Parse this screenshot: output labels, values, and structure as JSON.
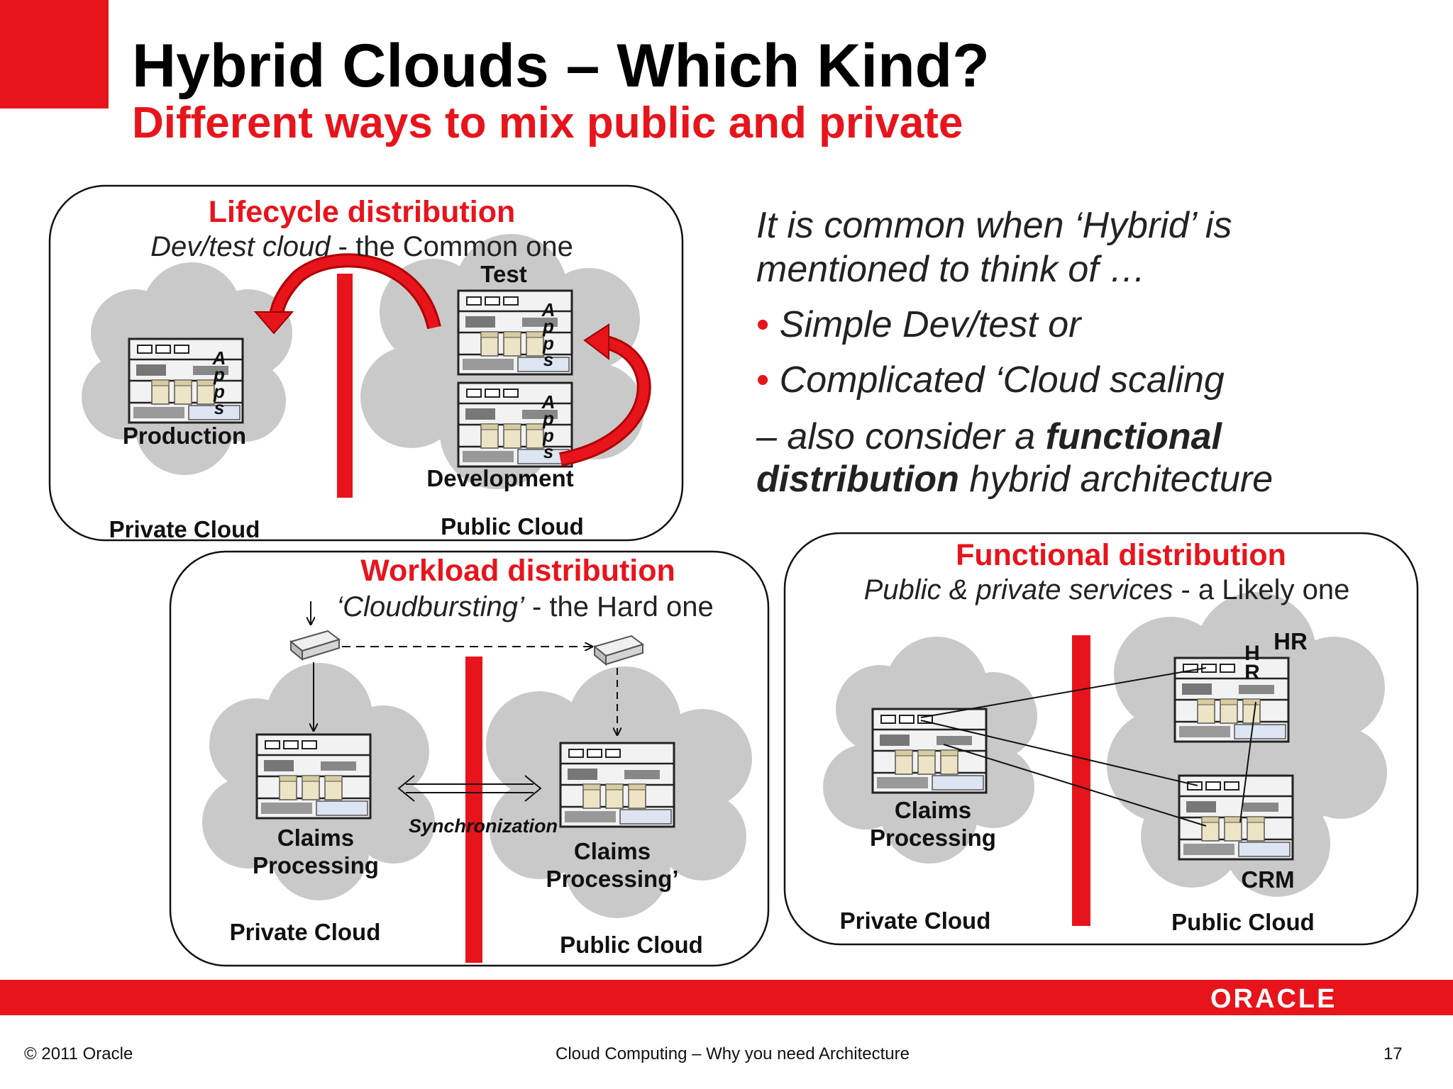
{
  "slide": {
    "title": "Hybrid Clouds – Which Kind?",
    "subtitle": "Different ways to mix public and private"
  },
  "lifecycle": {
    "title": "Lifecycle distribution",
    "sub_italic": "Dev/test cloud",
    "sub_rest": " - the Common one",
    "production": "Production",
    "test": "Test",
    "development": "Development",
    "apps": "Apps",
    "private_cloud": "Private Cloud",
    "public_cloud": "Public Cloud"
  },
  "workload": {
    "title": "Workload distribution",
    "sub_italic": "‘Cloudbursting’",
    "sub_rest": " - the Hard one",
    "claims_private": "Claims Processing",
    "claims_public": "Claims Processing’",
    "sync": "Synchronization",
    "private_cloud": "Private Cloud",
    "public_cloud": "Public Cloud"
  },
  "functional": {
    "title": "Functional distribution",
    "sub_italic": "Public & private services",
    "sub_rest": " - a Likely one",
    "claims": "Claims Processing",
    "hr": "HR",
    "hr_vertical": "HR",
    "crm": "CRM",
    "private_cloud": "Private Cloud",
    "public_cloud": "Public Cloud"
  },
  "right_text": {
    "line1": "It is common when ‘Hybrid’ is",
    "line2": "mentioned to think of …",
    "bullets": [
      "Simple  Dev/test or",
      "Complicated ‘Cloud scaling"
    ],
    "line3_pre": "– also consider a ",
    "line3_bold": "functional",
    "line4_bold": "distribution",
    "line4_rest": " hybrid architecture"
  },
  "footer": {
    "copyright": "© 2011 Oracle",
    "center": "Cloud Computing – Why you need Architecture",
    "page": "17",
    "logo": "ORACLE"
  },
  "colors": {
    "accent": "#e8141c",
    "cloud": "#c8c8c8",
    "text": "#111111"
  }
}
